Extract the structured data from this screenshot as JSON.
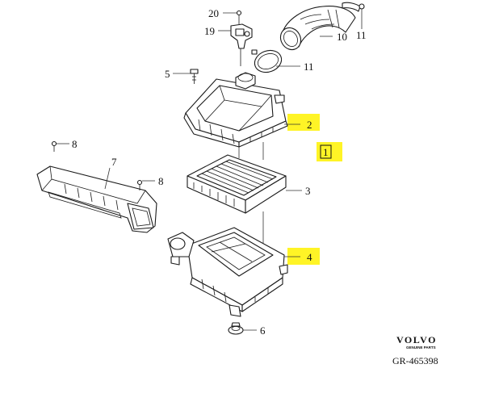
{
  "diagram": {
    "callouts": {
      "c20": "20",
      "c19": "19",
      "c10": "10",
      "c11a": "11",
      "c11b": "11",
      "c5": "5",
      "c2": "2",
      "c1": "1",
      "c8a": "8",
      "c7": "7",
      "c8b": "8",
      "c3": "3",
      "c4": "4",
      "c6": "6"
    },
    "brand": {
      "name": "VOLVO",
      "subtitle": "GENUINE PARTS"
    },
    "reference": "GR-465398",
    "colors": {
      "highlight": "#fff200",
      "line": "#1a1a1a"
    }
  }
}
